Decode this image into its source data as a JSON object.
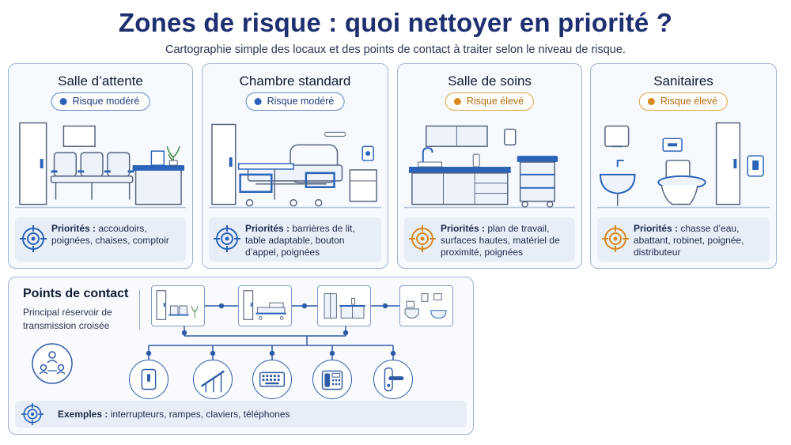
{
  "title": "Zones de risque : quoi nettoyer en priorité ?",
  "subtitle": "Cartographie simple des locaux et des points de contact à traiter selon le niveau de risque.",
  "colors": {
    "moderate": "#2b63b9",
    "high": "#d9891d",
    "border": "#9fb4d8",
    "title": "#1d2f6f"
  },
  "zones": [
    {
      "title": "Salle d’attente",
      "risk": "Risque modéré",
      "level": "moderate",
      "priority_label": "Priorités :",
      "priority_text": "accoudoirs, poignées, chaises, comptoir"
    },
    {
      "title": "Chambre standard",
      "risk": "Risque modéré",
      "level": "moderate",
      "priority_label": "Priorités :",
      "priority_text": "barrières de lit, table adaptable, bouton d’appel, poignées"
    },
    {
      "title": "Salle de soins",
      "risk": "Risque élevé",
      "level": "high",
      "priority_label": "Priorités :",
      "priority_text": "plan de travail, surfaces hautes, matériel de proximité, poignées"
    },
    {
      "title": "Sanitaires",
      "risk": "Risque élevé",
      "level": "high",
      "priority_label": "Priorités :",
      "priority_text": "chasse d’eau, abattant, robinet, poignée, distributeur"
    }
  ],
  "contact": {
    "title": "Points de contact",
    "subtitle": "Principal réservoir de transmission croisée",
    "rooms": [
      "waiting-room-icon",
      "bedroom-icon",
      "care-room-icon",
      "restroom-icon"
    ],
    "points": [
      "light-switch-icon",
      "handrail-icon",
      "keyboard-icon",
      "telephone-icon",
      "door-handle-icon"
    ],
    "examples_label": "Exemples :",
    "examples_text": "interrupteurs, rampes, claviers, téléphones"
  }
}
